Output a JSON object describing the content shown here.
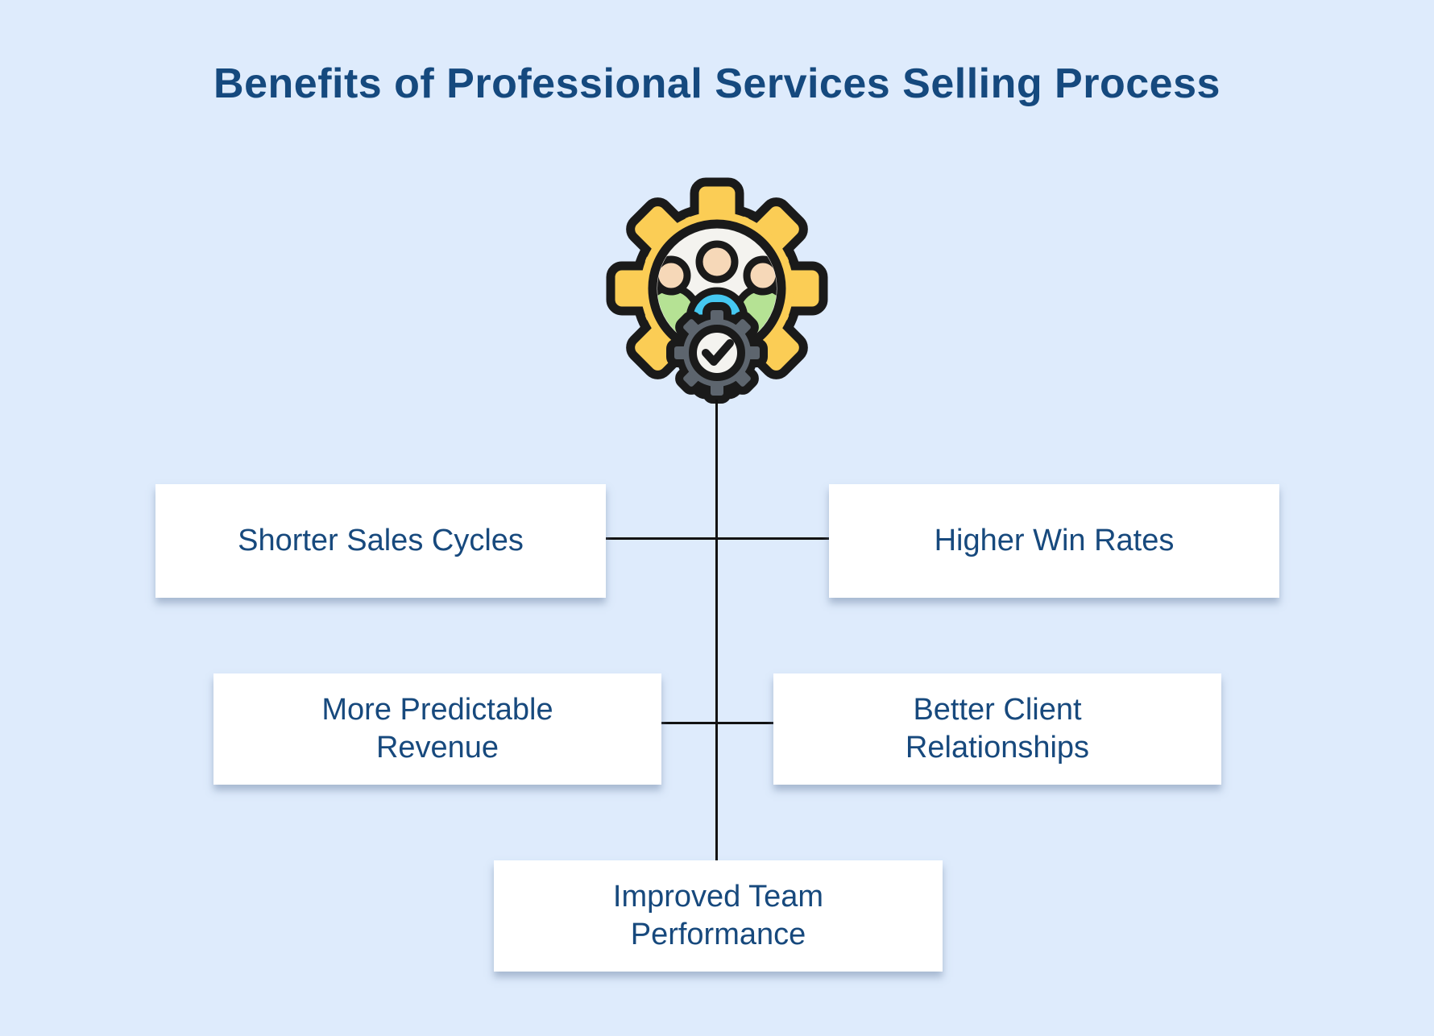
{
  "title": "Benefits of Professional Services Selling Process",
  "center_icon": {
    "name": "team-process-gear-icon"
  },
  "benefits": [
    {
      "id": "shorter-sales-cycles",
      "label": "Shorter Sales Cycles",
      "position": "top-left"
    },
    {
      "id": "higher-win-rates",
      "label": "Higher Win Rates",
      "position": "top-right"
    },
    {
      "id": "more-predictable-revenue",
      "label": "More Predictable Revenue",
      "position": "middle-left"
    },
    {
      "id": "better-client-relationships",
      "label": "Better Client Relationships",
      "position": "middle-right"
    },
    {
      "id": "improved-team-performance",
      "label": "Improved Team Performance",
      "position": "bottom"
    }
  ],
  "colors": {
    "background": "#deebfc",
    "title_text": "#15497e",
    "box_text": "#17497d",
    "box_background": "#ffffff",
    "connector_line": "#121212",
    "gear_yellow": "#fbcd55",
    "gear_gray": "#5d656e",
    "icon_inner_white": "#f4f3ef",
    "accent_cyan": "#45c8f1",
    "accent_green": "#b5e294",
    "skin_tone": "#f6d8b8"
  }
}
